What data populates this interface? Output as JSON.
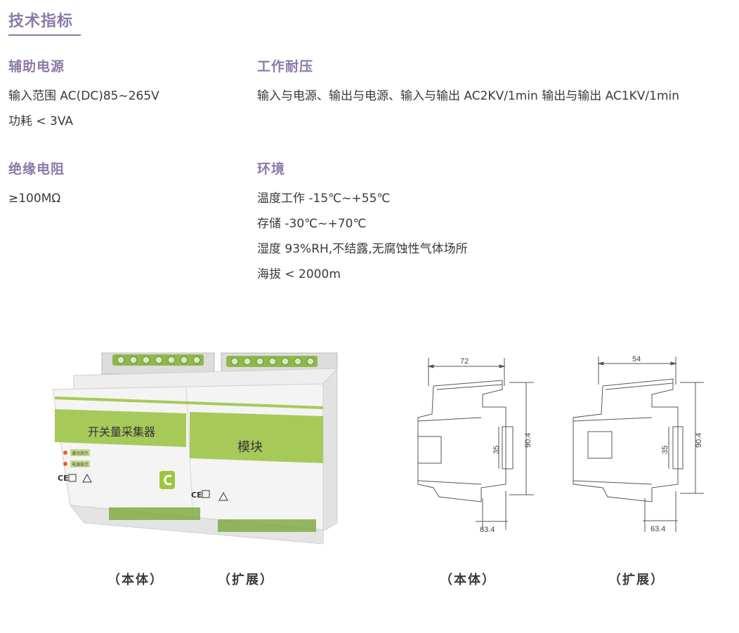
{
  "page_title": "技术指标",
  "aux_power": {
    "heading": "辅助电源",
    "lines": [
      "输入范围 AC(DC)85~265V",
      "功耗 < 3VA"
    ]
  },
  "withstand_voltage": {
    "heading": "工作耐压",
    "lines": [
      "输入与电源、输出与电源、输入与输出 AC2KV/1min 输出与输出 AC1KV/1min"
    ]
  },
  "insulation": {
    "heading": "绝缘电阻",
    "lines": [
      "≥100MΩ"
    ]
  },
  "environment": {
    "heading": "环境",
    "lines": [
      "温度工作  -15℃~+55℃",
      "存储  -30℃~+70℃",
      "湿度 93%RH,不结露,无腐蚀性气体场所",
      "海拔 < 2000m"
    ]
  },
  "product_photo": {
    "main_label": "开关量采集器",
    "ext_label": "模块",
    "led1": "通讯指示",
    "led2": "电源指示",
    "ce_mark": "CE"
  },
  "drawing_main": {
    "width": "72",
    "height": "90.4",
    "rail": "35",
    "depth": "63.4"
  },
  "drawing_ext": {
    "width": "54",
    "height": "90.4",
    "rail": "35",
    "depth": "63.4"
  },
  "captions": [
    "（本体）",
    "（扩展）",
    "（本体）",
    "（扩展）"
  ],
  "colors": {
    "accent": "#8b7aa8",
    "band_green": "#a7c95a",
    "text": "#3a3a3a"
  }
}
